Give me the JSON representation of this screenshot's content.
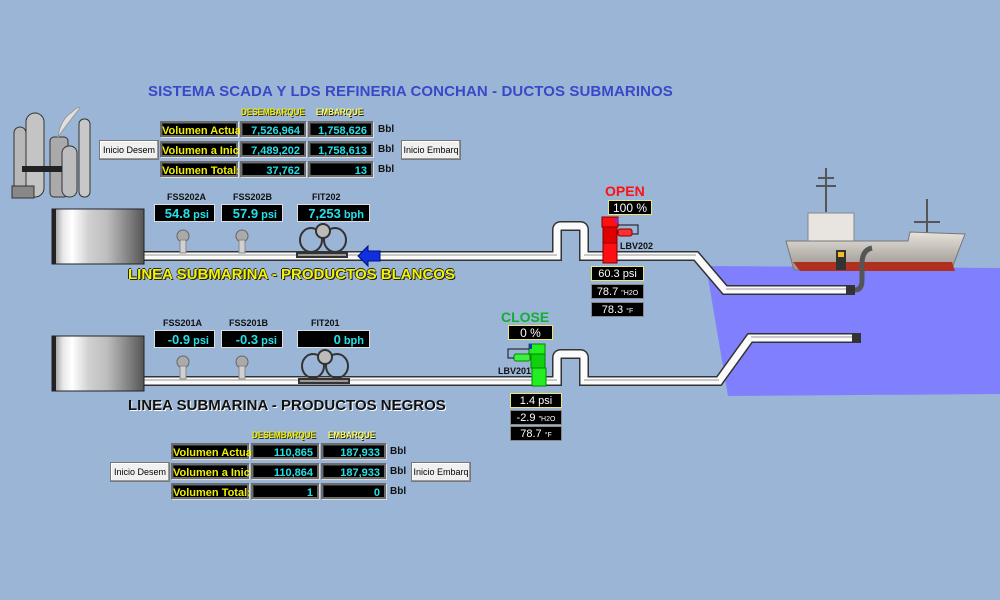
{
  "header": {
    "title": "SISTEMA SCADA Y LDS REFINERIA CONCHAN - DUCTOS SUBMARINOS"
  },
  "colors": {
    "title": "#3a48c8",
    "background": "#9ab5d5",
    "sea": "#8080ff",
    "open_valve": "#ff1010",
    "closed_valve": "#10e010",
    "display_value": "#25e0e8",
    "label_yellow": "#f0f000"
  },
  "top_volumes": {
    "col_headers": [
      "DESEMBARQUE",
      "EMBARQUE"
    ],
    "rows": [
      {
        "label": "Volumen Actual:",
        "desembarque": "7,526,964",
        "embarque": "1,758,626",
        "unit": "Bbl"
      },
      {
        "label": "Volumen a Inicio:",
        "desembarque": "7,489,202",
        "embarque": "1,758,613",
        "unit": "Bbl"
      },
      {
        "label": "Volumen Total:",
        "desembarque": "37,762",
        "embarque": "13",
        "unit": "Bbl"
      }
    ],
    "btn_desem": "Inicio Desem",
    "btn_embarq": "Inicio Embarq"
  },
  "line_blancos": {
    "label": "LINEA SUBMARINA - PRODUCTOS BLANCOS",
    "sensors": [
      {
        "tag": "FSS202A",
        "value": "54.8",
        "unit": "psi"
      },
      {
        "tag": "FSS202B",
        "value": "57.9",
        "unit": "psi"
      },
      {
        "tag": "FIT202",
        "value": "7,253",
        "unit": "bph"
      }
    ],
    "valve": {
      "tag": "LBV202",
      "state": "OPEN",
      "percent": "100 %",
      "pressure": "60.3 psi",
      "diff": "78.7",
      "diff_unit": "\"H2O",
      "temp": "78.3",
      "temp_unit": "°F"
    }
  },
  "line_negros": {
    "label": "LINEA SUBMARINA - PRODUCTOS NEGROS",
    "sensors": [
      {
        "tag": "FSS201A",
        "value": "-0.9",
        "unit": "psi"
      },
      {
        "tag": "FSS201B",
        "value": "-0.3",
        "unit": "psi"
      },
      {
        "tag": "FIT201",
        "value": "0",
        "unit": "bph"
      }
    ],
    "valve": {
      "tag": "LBV201",
      "state": "CLOSE",
      "percent": "0   %",
      "pressure": "1.4 psi",
      "diff": "-2.9",
      "diff_unit": "\"H2O",
      "temp": "78.7",
      "temp_unit": "°F"
    }
  },
  "bottom_volumes": {
    "col_headers": [
      "DESEMBARQUE",
      "EMBARQUE"
    ],
    "rows": [
      {
        "label": "Volumen Actual:",
        "desembarque": "110,865",
        "embarque": "187,933",
        "unit": "Bbl"
      },
      {
        "label": "Volumen a Inicio:",
        "desembarque": "110,864",
        "embarque": "187,933",
        "unit": "Bbl"
      },
      {
        "label": "Volumen Total:",
        "desembarque": "1",
        "embarque": "0",
        "unit": "Bbl"
      }
    ],
    "btn_desem": "Inicio Desem",
    "btn_embarq": "Inicio Embarq"
  },
  "icons": {
    "refinery": "refinery-icon",
    "tank": "storage-tank-icon",
    "pressure_switch": "pressure-switch-icon",
    "flowmeter": "flowmeter-icon",
    "flow_arrow": "flow-direction-arrow-icon",
    "valve": "valve-icon",
    "ship": "tanker-ship-icon",
    "hose": "loading-hose-icon"
  }
}
